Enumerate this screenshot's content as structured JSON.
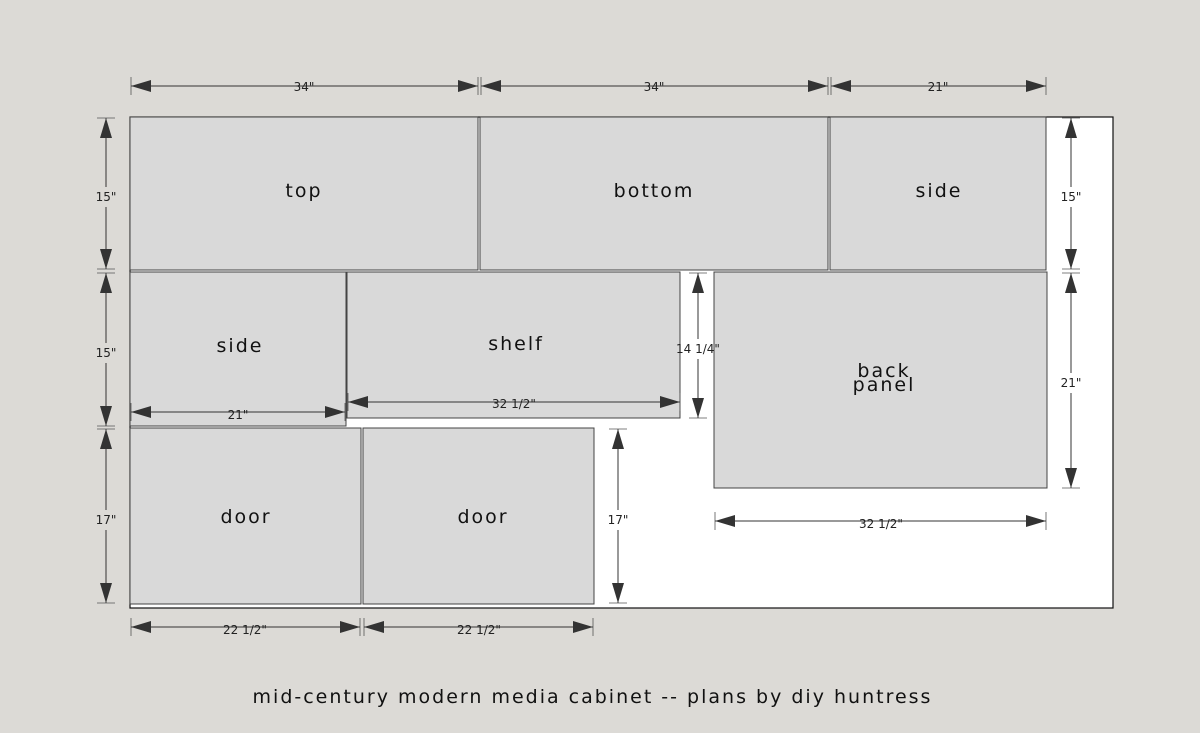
{
  "caption": "mid-century modern media cabinet -- plans by diy huntress",
  "colors": {
    "background": "#dcdad6",
    "sheet": "#ffffff",
    "piece_fill": "#d9d9d9",
    "outline": "#444444"
  },
  "pieces": [
    {
      "label_lines": [
        "top"
      ]
    },
    {
      "label_lines": [
        "bottom"
      ]
    },
    {
      "label_lines": [
        "side"
      ]
    },
    {
      "label_lines": [
        "side"
      ]
    },
    {
      "label_lines": [
        "shelf"
      ]
    },
    {
      "label_lines": [
        "back",
        "panel"
      ]
    },
    {
      "label_lines": [
        "door"
      ]
    },
    {
      "label_lines": [
        "door"
      ]
    }
  ],
  "dimensions": [
    {
      "text": "34\""
    },
    {
      "text": "34\""
    },
    {
      "text": "21\""
    },
    {
      "text": "15\""
    },
    {
      "text": "15\""
    },
    {
      "text": "15\""
    },
    {
      "text": "21\""
    },
    {
      "text": "32 1/2\""
    },
    {
      "text": "14 1/4\""
    },
    {
      "text": "21\""
    },
    {
      "text": "32 1/2\""
    },
    {
      "text": "17\""
    },
    {
      "text": "17\""
    },
    {
      "text": "22 1/2\""
    },
    {
      "text": "22 1/2\""
    }
  ]
}
